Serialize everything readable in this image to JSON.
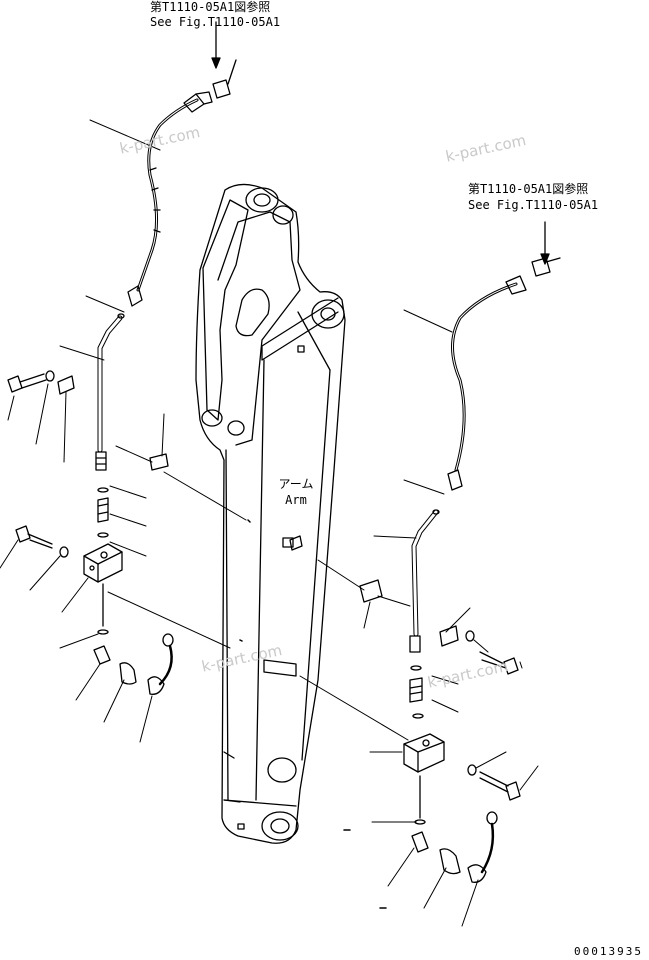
{
  "refs": {
    "top": {
      "jp": "第T1110-05A1図参照",
      "en": "See Fig.T1110-05A1"
    },
    "right": {
      "jp": "第T1110-05A1図参照",
      "en": "See Fig.T1110-05A1"
    }
  },
  "arm_label": {
    "jp": "アーム",
    "en": "Arm"
  },
  "watermarks": [
    "k-part.com",
    "k-part.com",
    "k-part.com",
    "k-part.com"
  ],
  "doc_number": "00013935"
}
